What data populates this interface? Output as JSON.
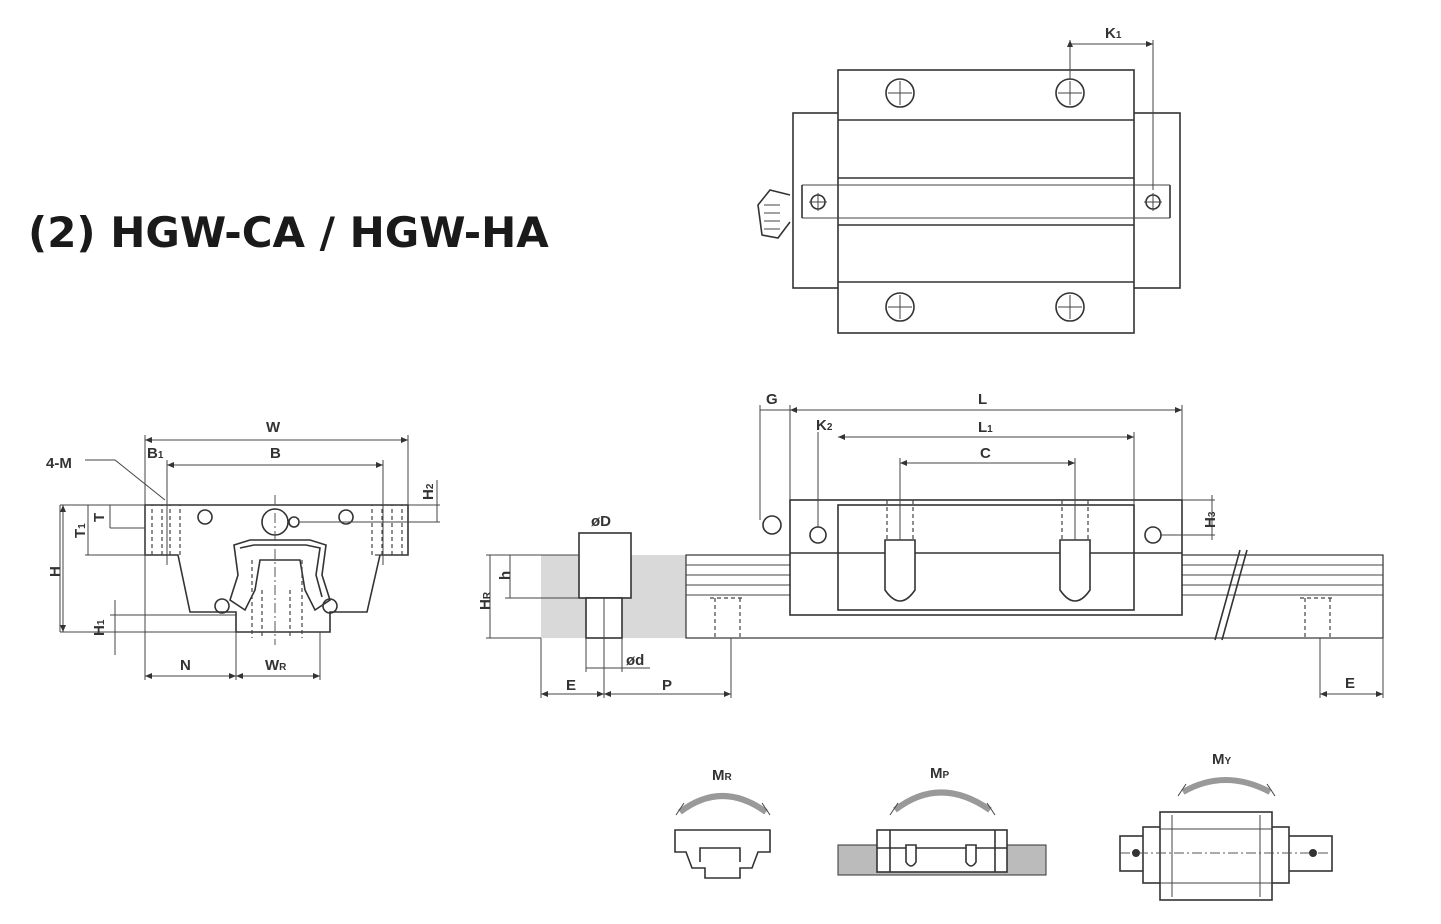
{
  "title": "(2) HGW-CA / HGW-HA",
  "labels": {
    "K1": {
      "main": "K",
      "sub": "1"
    },
    "K2": {
      "main": "K",
      "sub": "2"
    },
    "W": {
      "main": "W"
    },
    "B": {
      "main": "B"
    },
    "B1": {
      "main": "B",
      "sub": "1"
    },
    "M4": {
      "main": "4-M"
    },
    "H": {
      "main": "H"
    },
    "H1": {
      "main": "H",
      "sub": "1"
    },
    "H2": {
      "main": "H",
      "sub": "2"
    },
    "H3": {
      "main": "H",
      "sub": "3"
    },
    "HR": {
      "main": "H",
      "sub": "R"
    },
    "T": {
      "main": "T"
    },
    "T1": {
      "main": "T",
      "sub": "1"
    },
    "N": {
      "main": "N"
    },
    "WR": {
      "main": "W",
      "sub": "R"
    },
    "G": {
      "main": "G"
    },
    "L": {
      "main": "L"
    },
    "L1": {
      "main": "L",
      "sub": "1"
    },
    "C": {
      "main": "C"
    },
    "phiD": {
      "main": "øD"
    },
    "phid": {
      "main": "ød"
    },
    "h": {
      "main": "h"
    },
    "E_left": {
      "main": "E"
    },
    "E_right": {
      "main": "E"
    },
    "P": {
      "main": "P"
    },
    "MR": {
      "main": "M",
      "sub": "R"
    },
    "MP": {
      "main": "M",
      "sub": "P"
    },
    "MY": {
      "main": "M",
      "sub": "Y"
    }
  }
}
